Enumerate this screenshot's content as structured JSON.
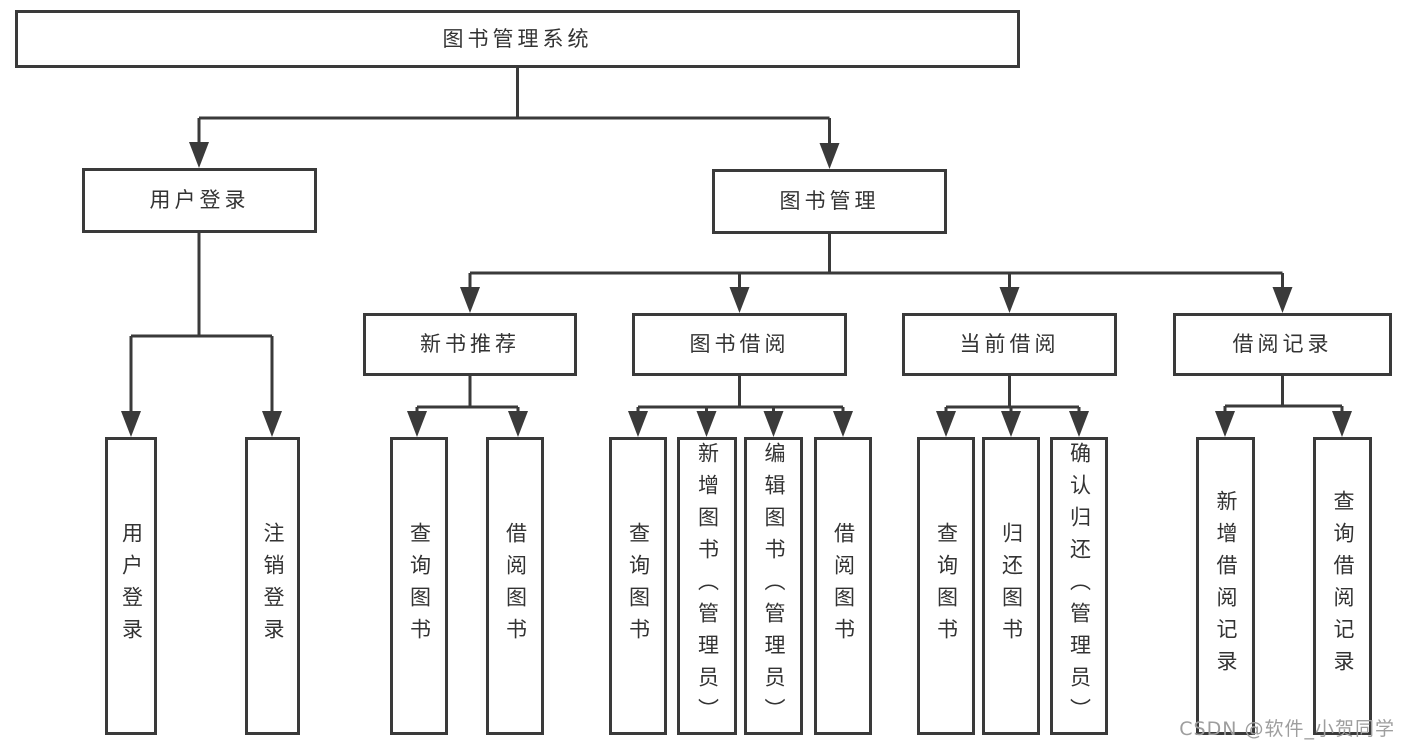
{
  "tree": {
    "root": {
      "label": "图书管理系统"
    },
    "children": [
      {
        "label": "用户登录",
        "children": [
          {
            "label": "用户登录"
          },
          {
            "label": "注销登录"
          }
        ]
      },
      {
        "label": "图书管理",
        "children": [
          {
            "label": "新书推荐",
            "children": [
              {
                "label": "查询图书"
              },
              {
                "label": "借阅图书"
              }
            ]
          },
          {
            "label": "图书借阅",
            "children": [
              {
                "label": "查询图书"
              },
              {
                "label": "新增图书（管理员）"
              },
              {
                "label": "编辑图书（管理员）"
              },
              {
                "label": "借阅图书"
              }
            ]
          },
          {
            "label": "当前借阅",
            "children": [
              {
                "label": "查询图书"
              },
              {
                "label": "归还图书"
              },
              {
                "label": "确认归还（管理员）"
              }
            ]
          },
          {
            "label": "借阅记录",
            "children": [
              {
                "label": "新增借阅记录"
              },
              {
                "label": "查询借阅记录"
              }
            ]
          }
        ]
      }
    ]
  },
  "watermark": {
    "text": "CSDN @软件_小贺同学"
  },
  "colors": {
    "line": "#3a3a3a",
    "text": "#333333",
    "background": "#ffffff",
    "watermark": "#9e9e9e"
  }
}
